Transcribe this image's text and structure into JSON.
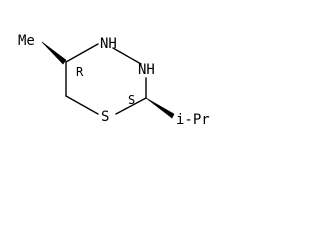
{
  "molecule": {
    "substituent_left": "Me",
    "substituent_right": "i-Pr",
    "ring_nh_top": "NH",
    "ring_nh_mid": "NH",
    "ring_s": "S",
    "stereo_left": "R",
    "stereo_right": "S"
  }
}
